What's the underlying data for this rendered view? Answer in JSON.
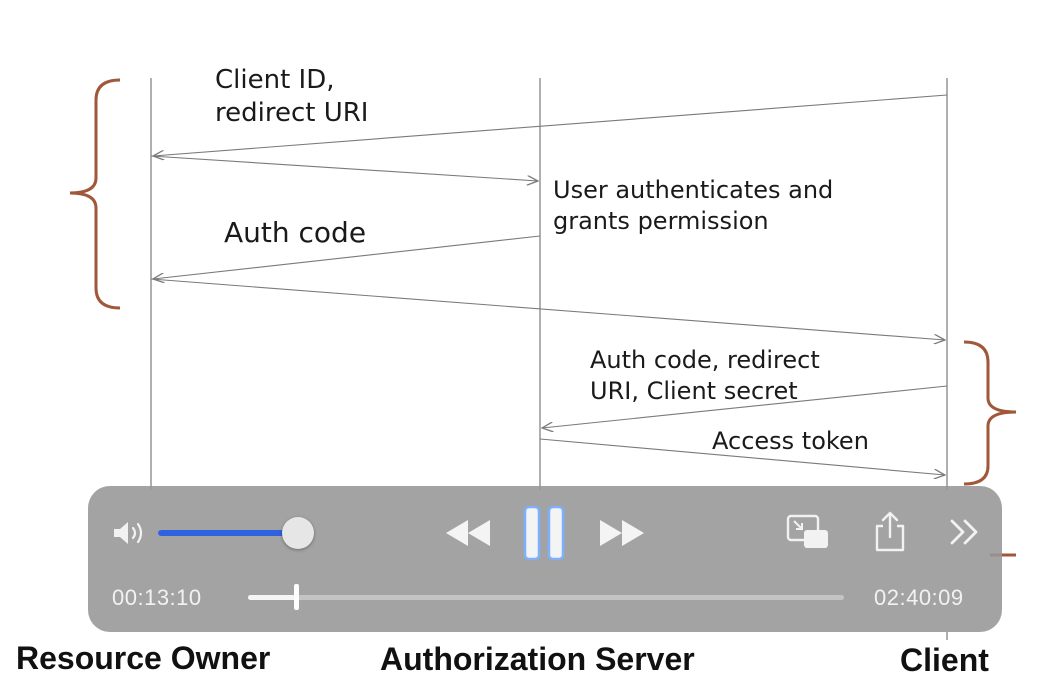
{
  "diagram": {
    "messages": [
      {
        "label_line1": "Client ID,",
        "label_line2": "redirect URI"
      },
      {
        "label_line1": "User authenticates and",
        "label_line2": "grants permission"
      },
      {
        "label_line1": "Auth code"
      },
      {
        "label_line1": "Auth code, redirect",
        "label_line2": "URI, Client secret"
      },
      {
        "label_line1": "Access token"
      }
    ],
    "actors": {
      "resource_owner": "Resource Owner",
      "authorization_server": "Authorization Server",
      "client": "Client"
    },
    "colors": {
      "line": "#7a7a7a",
      "brace": "#a0573a"
    }
  },
  "player": {
    "current_time": "00:13:10",
    "total_time": "02:40:09",
    "volume_level": 0.9,
    "playback_progress": 0.08,
    "state": "playing",
    "icons": [
      "volume-icon",
      "rewind-icon",
      "pause-icon",
      "fast-forward-icon",
      "picture-in-picture-icon",
      "share-icon",
      "more-icon"
    ],
    "colors": {
      "volume_fill": "#2f62e0",
      "accent_glow": "#7fb0ff"
    }
  }
}
